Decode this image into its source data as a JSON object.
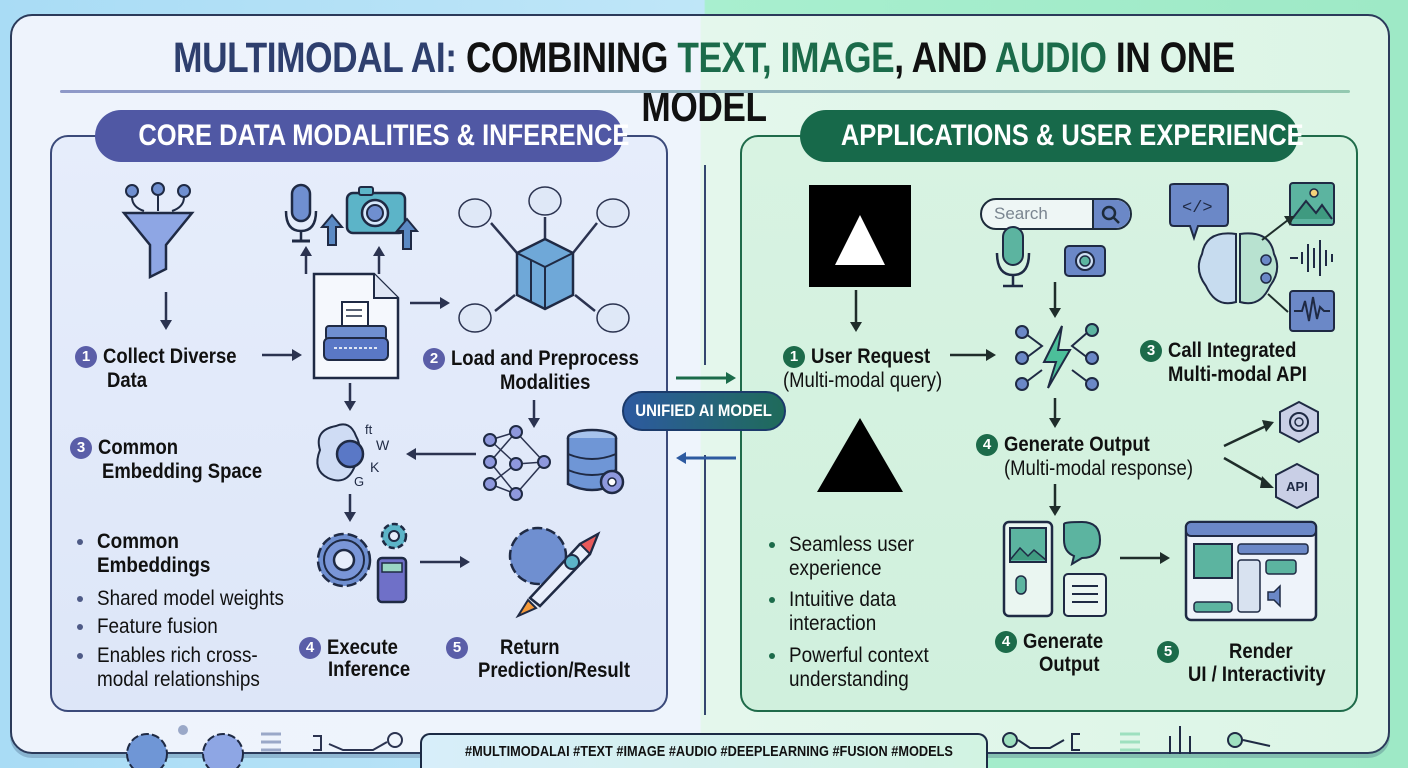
{
  "title": {
    "part1": "MULTIMODAL AI:",
    "part2": " COMBINING ",
    "part3": "TEXT, IMAGE",
    "part4": ", AND ",
    "part5": "AUDIO",
    "part6": " IN ONE MODEL"
  },
  "left_panel": {
    "heading": "CORE DATA MODALITIES & INFERENCE",
    "steps": [
      {
        "num": "1",
        "line1": "Collect Diverse",
        "line2": "Data"
      },
      {
        "num": "2",
        "line1": "Load and Preprocess",
        "line2": "Modalities"
      },
      {
        "num": "3",
        "line1": "Common",
        "line2": "Embedding Space"
      },
      {
        "num": "4",
        "line1": "Execute",
        "line2": "Inference"
      },
      {
        "num": "5",
        "line1": "Return",
        "line2": "Prediction/Result"
      }
    ],
    "bullets": [
      {
        "line1": "Common",
        "line2": "Embeddings",
        "bold": true
      },
      {
        "line1": "Shared model weights"
      },
      {
        "line1": "Feature fusion"
      },
      {
        "line1": "Enables rich cross-",
        "line2": "modal relationships"
      }
    ],
    "embedding_glyphs": [
      "ft",
      "W",
      "K",
      "G"
    ]
  },
  "center": {
    "badge": "UNIFIED AI MODEL"
  },
  "right_panel": {
    "heading": "APPLICATIONS & USER EXPERIENCE",
    "search_placeholder": "Search",
    "steps": [
      {
        "num": "1",
        "line1": "User Request",
        "line2": "(Multi-modal query)"
      },
      {
        "num": "3",
        "line1": "Call Integrated",
        "line2": "Multi-modal API"
      },
      {
        "num": "4",
        "line1": "Generate Output",
        "line2": "(Multi-modal response)"
      },
      {
        "num": "4",
        "line1": "Generate",
        "line2": "Output"
      },
      {
        "num": "5",
        "line1": "Render",
        "line2": "UI / Interactivity"
      }
    ],
    "bullets": [
      {
        "line1": "Seamless user",
        "line2": "experience"
      },
      {
        "line1": "Intuitive data",
        "line2": "interaction"
      },
      {
        "line1": "Powerful context",
        "line2": "understanding"
      }
    ],
    "api_badge": "API"
  },
  "footer": {
    "hashtags": "#MULTIMODALAI #TEXT #IMAGE #AUDIO #DEEPLEARNING #FUSION #MODELS"
  },
  "colors": {
    "left_accent": "#5058a4",
    "right_accent": "#17694a",
    "title_blue": "#2e3f6e",
    "title_green": "#1b6b4a"
  }
}
